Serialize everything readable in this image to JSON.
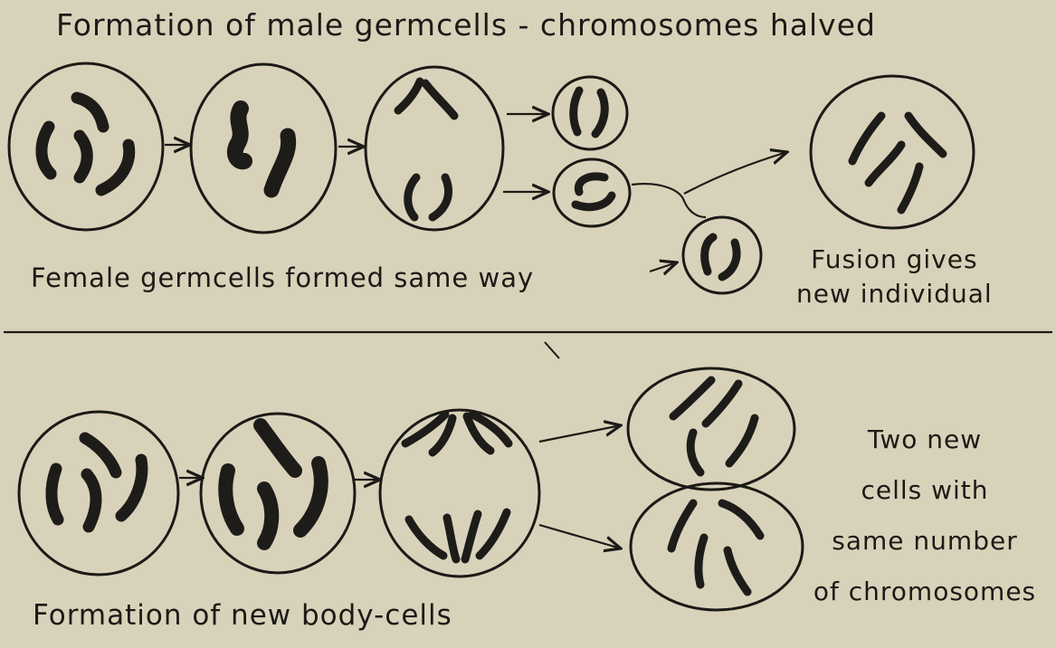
{
  "top_title": "Formation of male germcells - chromosomes halved",
  "female_label": "Female germcells formed same way",
  "fusion_label": [
    "Fusion gives",
    "new individual"
  ],
  "bottom_label": "Formation of new body-cells",
  "result_label": [
    "Two new",
    "cells with",
    "same number",
    "of chromosomes"
  ]
}
